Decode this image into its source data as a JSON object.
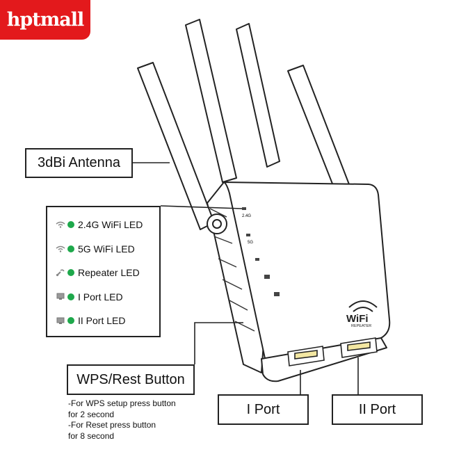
{
  "brand": {
    "logo_text": "hptmall",
    "color": "#e3191c"
  },
  "callouts": {
    "antenna": "3dBi Antenna",
    "wps_button": "WPS/Rest Button",
    "port_1": "I Port",
    "port_2": "II Port"
  },
  "led_legend": [
    {
      "label": "2.4G WiFi LED",
      "icon": "wifi-icon",
      "led_color": "#1ea84b"
    },
    {
      "label": "5G WiFi LED",
      "icon": "wifi-icon",
      "led_color": "#1ea84b"
    },
    {
      "label": "Repeater LED",
      "icon": "repeater-icon",
      "led_color": "#1ea84b"
    },
    {
      "label": "I Port LED",
      "icon": "monitor-icon",
      "led_color": "#1ea84b"
    },
    {
      "label": "II Port LED",
      "icon": "monitor-icon",
      "led_color": "#1ea84b"
    }
  ],
  "wps_notes": [
    "-For WPS setup press button",
    "for 2 second",
    "-For Reset press button",
    "for 8 second"
  ],
  "device": {
    "face_labels": {
      "band_24": "2.4G",
      "band_5": "5G"
    },
    "wifi_logo_text": "WiFi",
    "wifi_logo_subtext": "REPEATER"
  }
}
